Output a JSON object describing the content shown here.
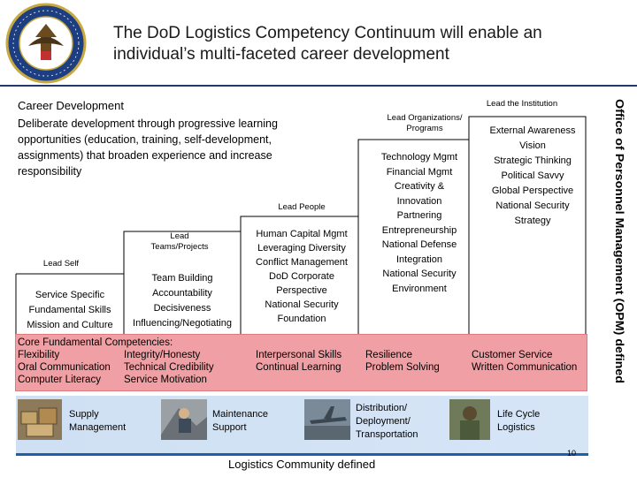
{
  "title_line1": "The DoD Logistics Competency Continuum will enable an",
  "title_line2": "individual’s multi-faceted career development",
  "career_title": "Career Development",
  "career_body_lines": [
    "Deliberate development through progressive learning",
    "opportunities (education, training, self-development,",
    "assignments) that broaden experience and increase",
    "responsibility"
  ],
  "levels": {
    "lead_self": "Lead Self",
    "lead_teams": [
      "Lead",
      "Teams/Projects"
    ],
    "lead_people": "Lead People",
    "lead_orgs": [
      "Lead Organizations/",
      "Programs"
    ],
    "lead_institution": "Lead the Institution"
  },
  "col1": [
    "Service Specific",
    "Fundamental Skills",
    "Mission and Culture"
  ],
  "col2": [
    "Team Building",
    "Accountability",
    "Decisiveness",
    "Influencing/Negotiating"
  ],
  "col3": [
    "Human Capital Mgmt",
    "Leveraging Diversity",
    "Conflict Management",
    "DoD Corporate",
    "Perspective",
    "National Security",
    "Foundation"
  ],
  "col4": [
    "Technology Mgmt",
    "Financial Mgmt",
    "Creativity &",
    "Innovation",
    "Partnering",
    "Entrepreneurship",
    "National Defense",
    "Integration",
    "National Security",
    "Environment"
  ],
  "col5": [
    "External Awareness",
    "Vision",
    "Strategic Thinking",
    "Political Savvy",
    "Global Perspective",
    "National Security",
    "Strategy"
  ],
  "core": {
    "heading": "Core Fundamental Competencies:",
    "a": [
      "Flexibility",
      "Oral Communication",
      "Computer Literacy"
    ],
    "b": [
      "Integrity/Honesty",
      "Technical Credibility",
      "Service Motivation"
    ],
    "c": [
      "Interpersonal Skills",
      "Continual Learning"
    ],
    "d": [
      "Resilience",
      "Problem Solving"
    ],
    "e": [
      "Customer Service",
      "Written Communication"
    ]
  },
  "logistics": [
    {
      "label": [
        "Supply",
        "Management"
      ],
      "icon": "boxes-photo"
    },
    {
      "label": [
        "Maintenance",
        "Support"
      ],
      "icon": "mechanic-photo"
    },
    {
      "label": [
        "Distribution/",
        "Deployment/",
        "Transportation"
      ],
      "icon": "aircraft-photo"
    },
    {
      "label": [
        "Life Cycle",
        "Logistics"
      ],
      "icon": "soldier-photo"
    }
  ],
  "footer": "Logistics Community defined",
  "page_number": "10",
  "vertical_label": "Office of Personnel Management (OPM) defined"
}
